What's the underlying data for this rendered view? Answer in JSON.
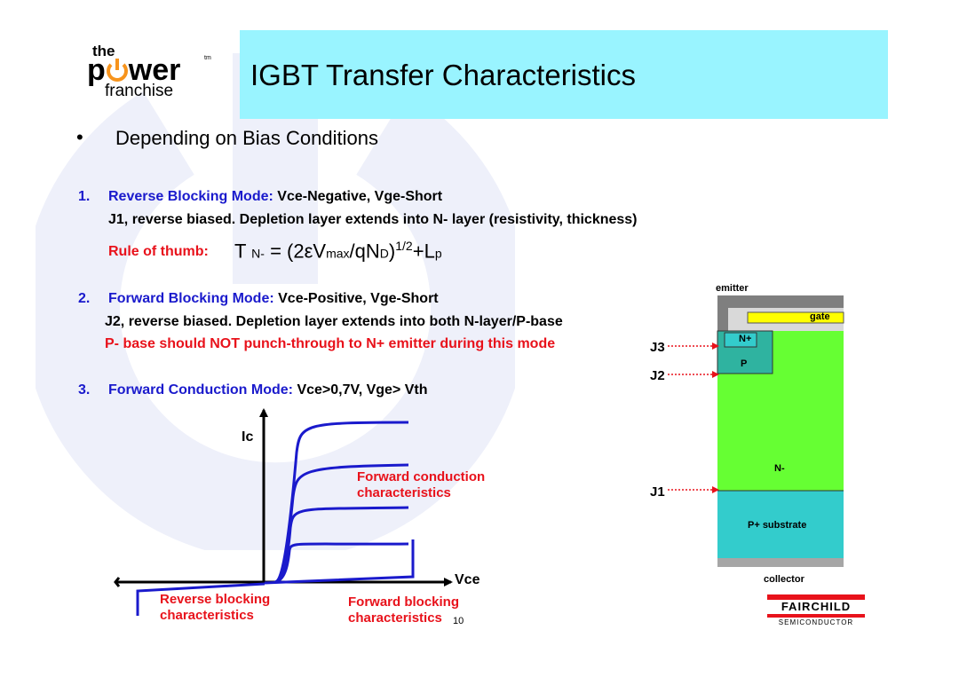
{
  "logo": {
    "line1": "the",
    "line2_left": "p",
    "line2_right": "wer",
    "tm": "tm",
    "line3": "franchise"
  },
  "title": "IGBT Transfer Characteristics",
  "bullet": {
    "mark": "•",
    "text": "Depending on Bias Conditions"
  },
  "modes": [
    {
      "number": "1.",
      "name": "Reverse Blocking Mode:",
      "conditions": "Vce-Negative, Vge-Short",
      "detail": "J1, reverse biased. Depletion layer extends into N- layer (resistivity, thickness)"
    },
    {
      "number": "2.",
      "name": "Forward Blocking Mode:",
      "conditions": "Vce-Positive, Vge-Short",
      "detail": "J2, reverse biased. Depletion layer extends into both N-layer/P-base",
      "warning": "P- base should NOT punch-through to N+ emitter during this mode"
    },
    {
      "number": "3.",
      "name": "Forward Conduction Mode:",
      "conditions": "Vce>0,7V, Vge> Vth"
    }
  ],
  "rule_of_thumb": {
    "label": "Rule of thumb:",
    "T": "T",
    "sub_N": "N-",
    "eq": "= (2εV",
    "sub_max": "max",
    "slash_q": "/qN",
    "sub_D": "D",
    "close": ")",
    "exp": "1/2",
    "plus_L": "+L",
    "sub_p": "p"
  },
  "chart": {
    "y_axis_label": "Ic",
    "x_axis_label": "Vce",
    "label_forward_conduction": [
      "Forward conduction",
      "characteristics"
    ],
    "label_reverse_blocking": [
      "Reverse blocking",
      "characteristics"
    ],
    "label_forward_blocking": [
      "Forward blocking",
      "characteristics"
    ],
    "curve_color": "#1a1acc"
  },
  "structure": {
    "emitter": "emitter",
    "gate": "gate",
    "n_plus": "N+",
    "p": "P",
    "n_minus": "N-",
    "p_substrate": "P+ substrate",
    "collector": "collector",
    "j3": "J3",
    "j2": "J2",
    "j1": "J1",
    "colors": {
      "metal": "#7f7f7f",
      "oxide": "#d9d9d9",
      "gate": "#ffff00",
      "n_plus": "#33cccc",
      "p": "#2fb3a0",
      "n_minus": "#66ff33",
      "p_substrate": "#33cccc",
      "arrow": "#e8121b"
    }
  },
  "page_number": "10",
  "footer_logo": {
    "name": "FAIRCHILD",
    "sub": "SEMICONDUCTOR"
  }
}
